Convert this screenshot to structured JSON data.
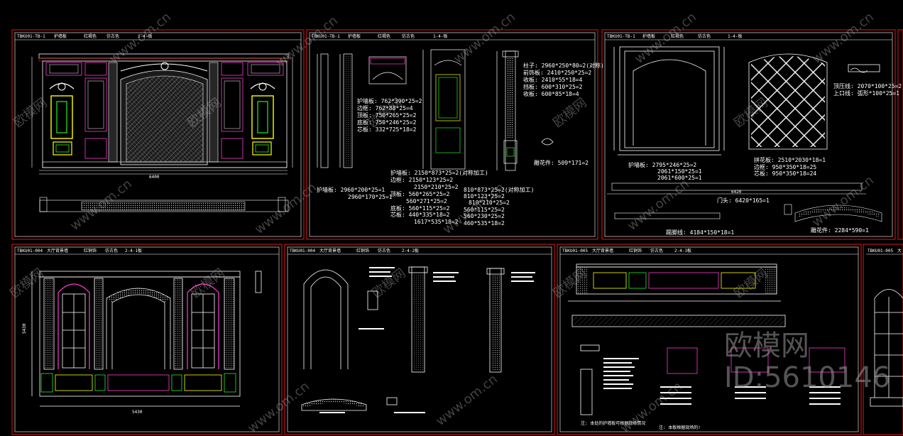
{
  "watermark": {
    "url": "www.om.cn",
    "brand": "欧模网",
    "logo": "欧模网",
    "id": "ID:5610146"
  },
  "sheets": {
    "s1": {
      "code": "TBKU01-TB-1",
      "label1": "护墙板",
      "label2": "红褐色",
      "label3": "仿古色",
      "label4": "1-4-板"
    },
    "s2": {
      "code": "TBKU01-TB-1",
      "label1": "护墙板",
      "label2": "红褐色",
      "label3": "仿古色",
      "label4": "1-4-板"
    },
    "s3": {
      "code": "TBKU01-TB-1",
      "label1": "护墙板",
      "label2": "红褐色",
      "label3": "仿古色",
      "label4": "1-4-板"
    },
    "s4": {
      "code": "TBKU01-004",
      "label1": "大厅背景墙",
      "label2": "红铜饰",
      "label3": "仿古色",
      "label4": "2-4-1板"
    },
    "s5": {
      "code": "TBKU01-004",
      "label1": "大厅背景墙",
      "label2": "红铜饰",
      "label3": "仿古色",
      "label4": "2-4-2板"
    },
    "s6": {
      "code": "TBKU01-005",
      "label1": "大厅背景墙",
      "label2": "红铜饰",
      "label3": "仿古色",
      "label4": "2-4-3板"
    },
    "s7": {
      "code": "TBKU01-005",
      "label1": "大"
    }
  },
  "specs_s2": {
    "col_a": [
      "护墙板: 762*390*25=2",
      "边框: 762*88*25=4",
      "顶板: 750*265*25=2",
      "底板: 750*246*25=2",
      "芯板: 332*725*18=2"
    ],
    "col_b": [
      "护墙板: 2150*873*25=2(对称加工)",
      "边框: 2150*123*25=2",
      "2150*210*25=2",
      "顶板: 560*265*25=2",
      "560*271*25=2",
      "底板: 560*115*25=2",
      "芯板: 440*335*18=2",
      "1617*535*18=2"
    ],
    "col_c": [
      "护墙板: 2960*200*25=1",
      "2960*170*25=1"
    ],
    "col_d": [
      "810*873*25=2(对称加工)",
      "810*123*25=2",
      "810*210*25=2",
      "560*115*25=2",
      "560*230*25=2",
      "460*535*18=2"
    ],
    "col_e": [
      "柱子: 2960*250*80=2(对称)",
      "前饰板: 2410*250*25=2",
      "收板: 2410*55*18=4",
      "挡板: 600*310*25=2",
      "收板: 600*85*18=4"
    ],
    "carving": "雕花件: 509*171=2"
  },
  "specs_s3": {
    "left": [
      "护墙板: 2795*246*25=2",
      "2061*150*25=1",
      "2061*600*25=1"
    ],
    "right": [
      "拼花板: 2510*2030*18=1",
      "边框: 950*350*18=25",
      "芯板: 950*350*18=24"
    ],
    "top_right": [
      "顶压线: 2070*100*25=2",
      "上口线: 弧形*100*25=1"
    ],
    "door_line": "门头: 6420*165=1",
    "skirting": "踢脚线: 4184*150*18=1",
    "carving": "雕花件: 2284*590=1",
    "length": "6420"
  },
  "dims": {
    "s4_height": "5430",
    "s4_width": "5430",
    "s1_width": "6400"
  },
  "notes": {
    "s6_note1": "注: 本处的护墙板可根据现场情况",
    "s6_note2": "注: 本板根据现场的!"
  }
}
